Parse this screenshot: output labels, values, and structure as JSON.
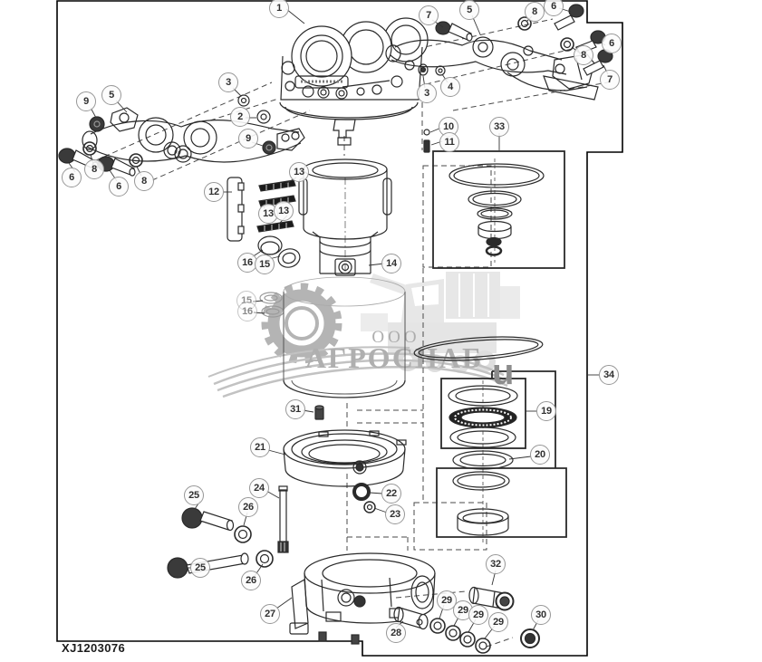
{
  "page": {
    "part_code": "XJ1203076"
  },
  "watermark": {
    "org_type": "ООО",
    "company": "АГРОСНАБ",
    "overlay_char": "u"
  },
  "colors": {
    "line": "#2a2a2a",
    "border": "#000000",
    "watermark_gray": "#a6a6a6"
  },
  "callouts": [
    {
      "label": "1"
    },
    {
      "label": "5"
    },
    {
      "label": "9"
    },
    {
      "label": "3"
    },
    {
      "label": "2"
    },
    {
      "label": "9"
    },
    {
      "label": "6"
    },
    {
      "label": "8"
    },
    {
      "label": "6"
    },
    {
      "label": "8"
    },
    {
      "label": "7"
    },
    {
      "label": "5"
    },
    {
      "label": "8"
    },
    {
      "label": "6"
    },
    {
      "label": "6"
    },
    {
      "label": "8"
    },
    {
      "label": "7"
    },
    {
      "label": "3"
    },
    {
      "label": "4"
    },
    {
      "label": "10"
    },
    {
      "label": "11"
    },
    {
      "label": "33"
    },
    {
      "label": "12"
    },
    {
      "label": "13"
    },
    {
      "label": "13"
    },
    {
      "label": "13"
    },
    {
      "label": "16"
    },
    {
      "label": "15"
    },
    {
      "label": "14"
    },
    {
      "label": "15"
    },
    {
      "label": "16"
    },
    {
      "label": "34"
    },
    {
      "label": "19"
    },
    {
      "label": "20"
    },
    {
      "label": "31"
    },
    {
      "label": "21"
    },
    {
      "label": "24"
    },
    {
      "label": "22"
    },
    {
      "label": "23"
    },
    {
      "label": "25"
    },
    {
      "label": "26"
    },
    {
      "label": "25"
    },
    {
      "label": "26"
    },
    {
      "label": "27"
    },
    {
      "label": "32"
    },
    {
      "label": "29"
    },
    {
      "label": "29"
    },
    {
      "label": "29"
    },
    {
      "label": "29"
    },
    {
      "label": "28"
    },
    {
      "label": "30"
    }
  ]
}
